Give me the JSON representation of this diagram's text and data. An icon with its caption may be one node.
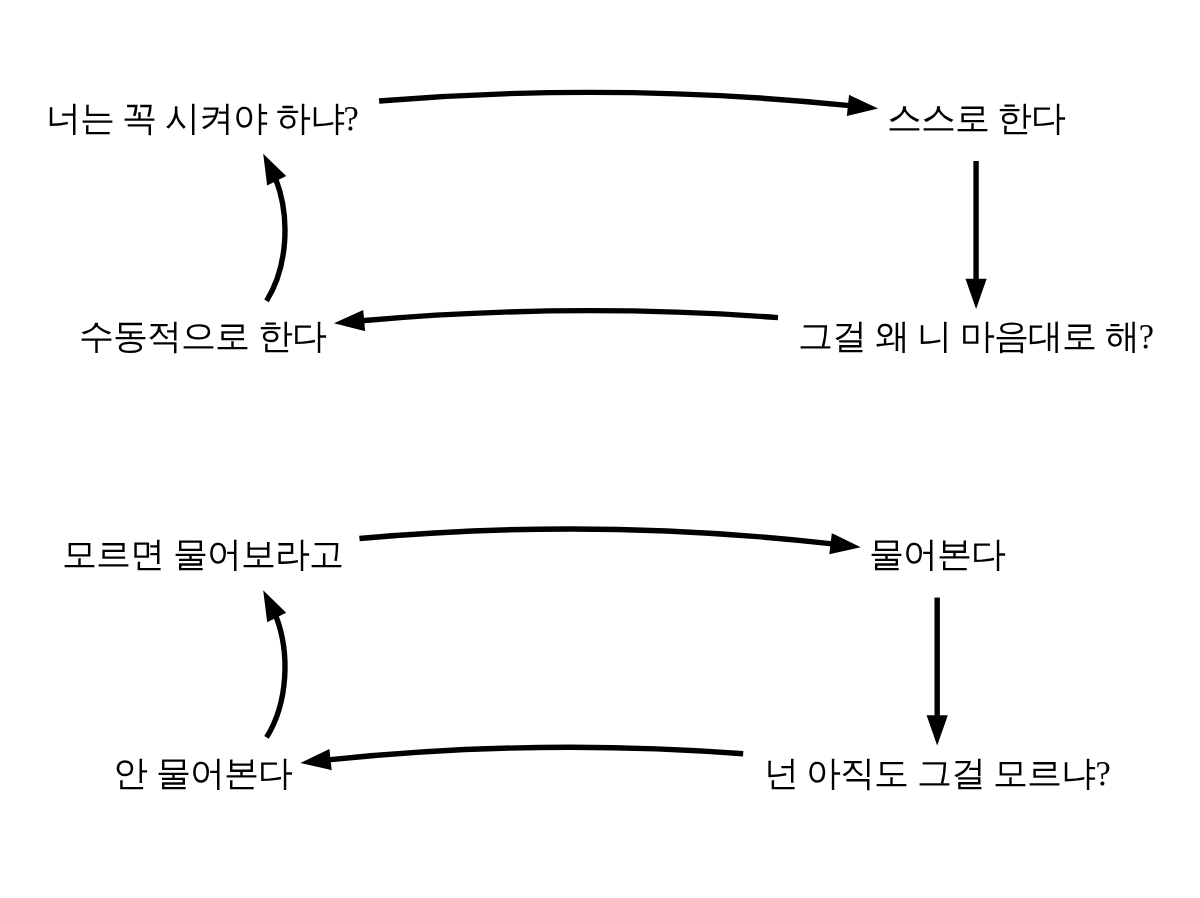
{
  "diagram": {
    "nodes": [
      {
        "text": [
          "너는 꼭 시켜야 하냐?"
        ]
      },
      {
        "text": [
          "스스로 한다"
        ]
      },
      {
        "text": [
          "그걸 왜 니 마음대로 해?"
        ]
      },
      {
        "text": [
          "수동적으로 한다"
        ]
      },
      {
        "text": [
          "모르면 물어보라고"
        ]
      },
      {
        "text": [
          "물어본다"
        ]
      },
      {
        "text": [
          "넌 아직도 그걸 모르냐?"
        ]
      },
      {
        "text": [
          "안 물어본다"
        ]
      }
    ],
    "edges": [
      {
        "from": 0,
        "to": 1,
        "arrow": "to"
      },
      {
        "from": 1,
        "to": 2,
        "arrow": "to"
      },
      {
        "from": 2,
        "to": 3,
        "arrow": "to"
      },
      {
        "from": 3,
        "to": 0,
        "arrow": "to"
      },
      {
        "from": 4,
        "to": 5,
        "arrow": "to"
      },
      {
        "from": 5,
        "to": 6,
        "arrow": "to"
      },
      {
        "from": 6,
        "to": 7,
        "arrow": "to"
      },
      {
        "from": 7,
        "to": 4,
        "arrow": "to"
      }
    ]
  }
}
